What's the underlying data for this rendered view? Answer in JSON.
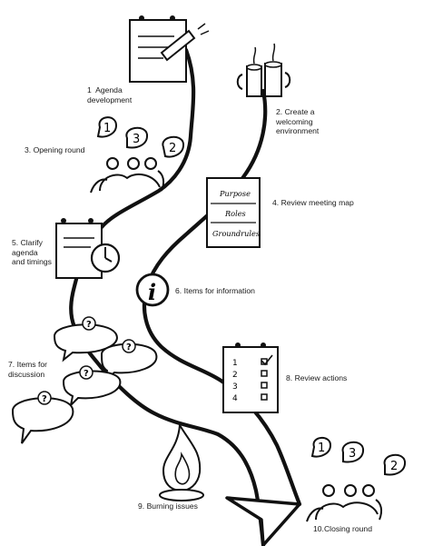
{
  "steps": [
    {
      "num": "1",
      "text": "Agenda development"
    },
    {
      "num": "2.",
      "text": "Create a welcoming environment"
    },
    {
      "num": "3.",
      "text": "Opening round"
    },
    {
      "num": "4.",
      "text": "Review meeting map"
    },
    {
      "num": "5.",
      "text": "Clarify agenda and timings"
    },
    {
      "num": "6.",
      "text": "Items for information"
    },
    {
      "num": "7.",
      "text": "Items for discussion"
    },
    {
      "num": "8.",
      "text": "Review actions"
    },
    {
      "num": "9.",
      "text": "Burning issues"
    },
    {
      "num": "10.",
      "text": "Closing round"
    }
  ],
  "meeting_map_card": [
    "Purpose",
    "Roles",
    "Groundrules"
  ],
  "speech_numbers_opening": [
    "1",
    "3",
    "2"
  ],
  "speech_numbers_closing": [
    "1",
    "3",
    "2"
  ],
  "info_symbol": "i",
  "question_mark": "?",
  "action_list_numbers": [
    "1",
    "2",
    "3",
    "4"
  ]
}
